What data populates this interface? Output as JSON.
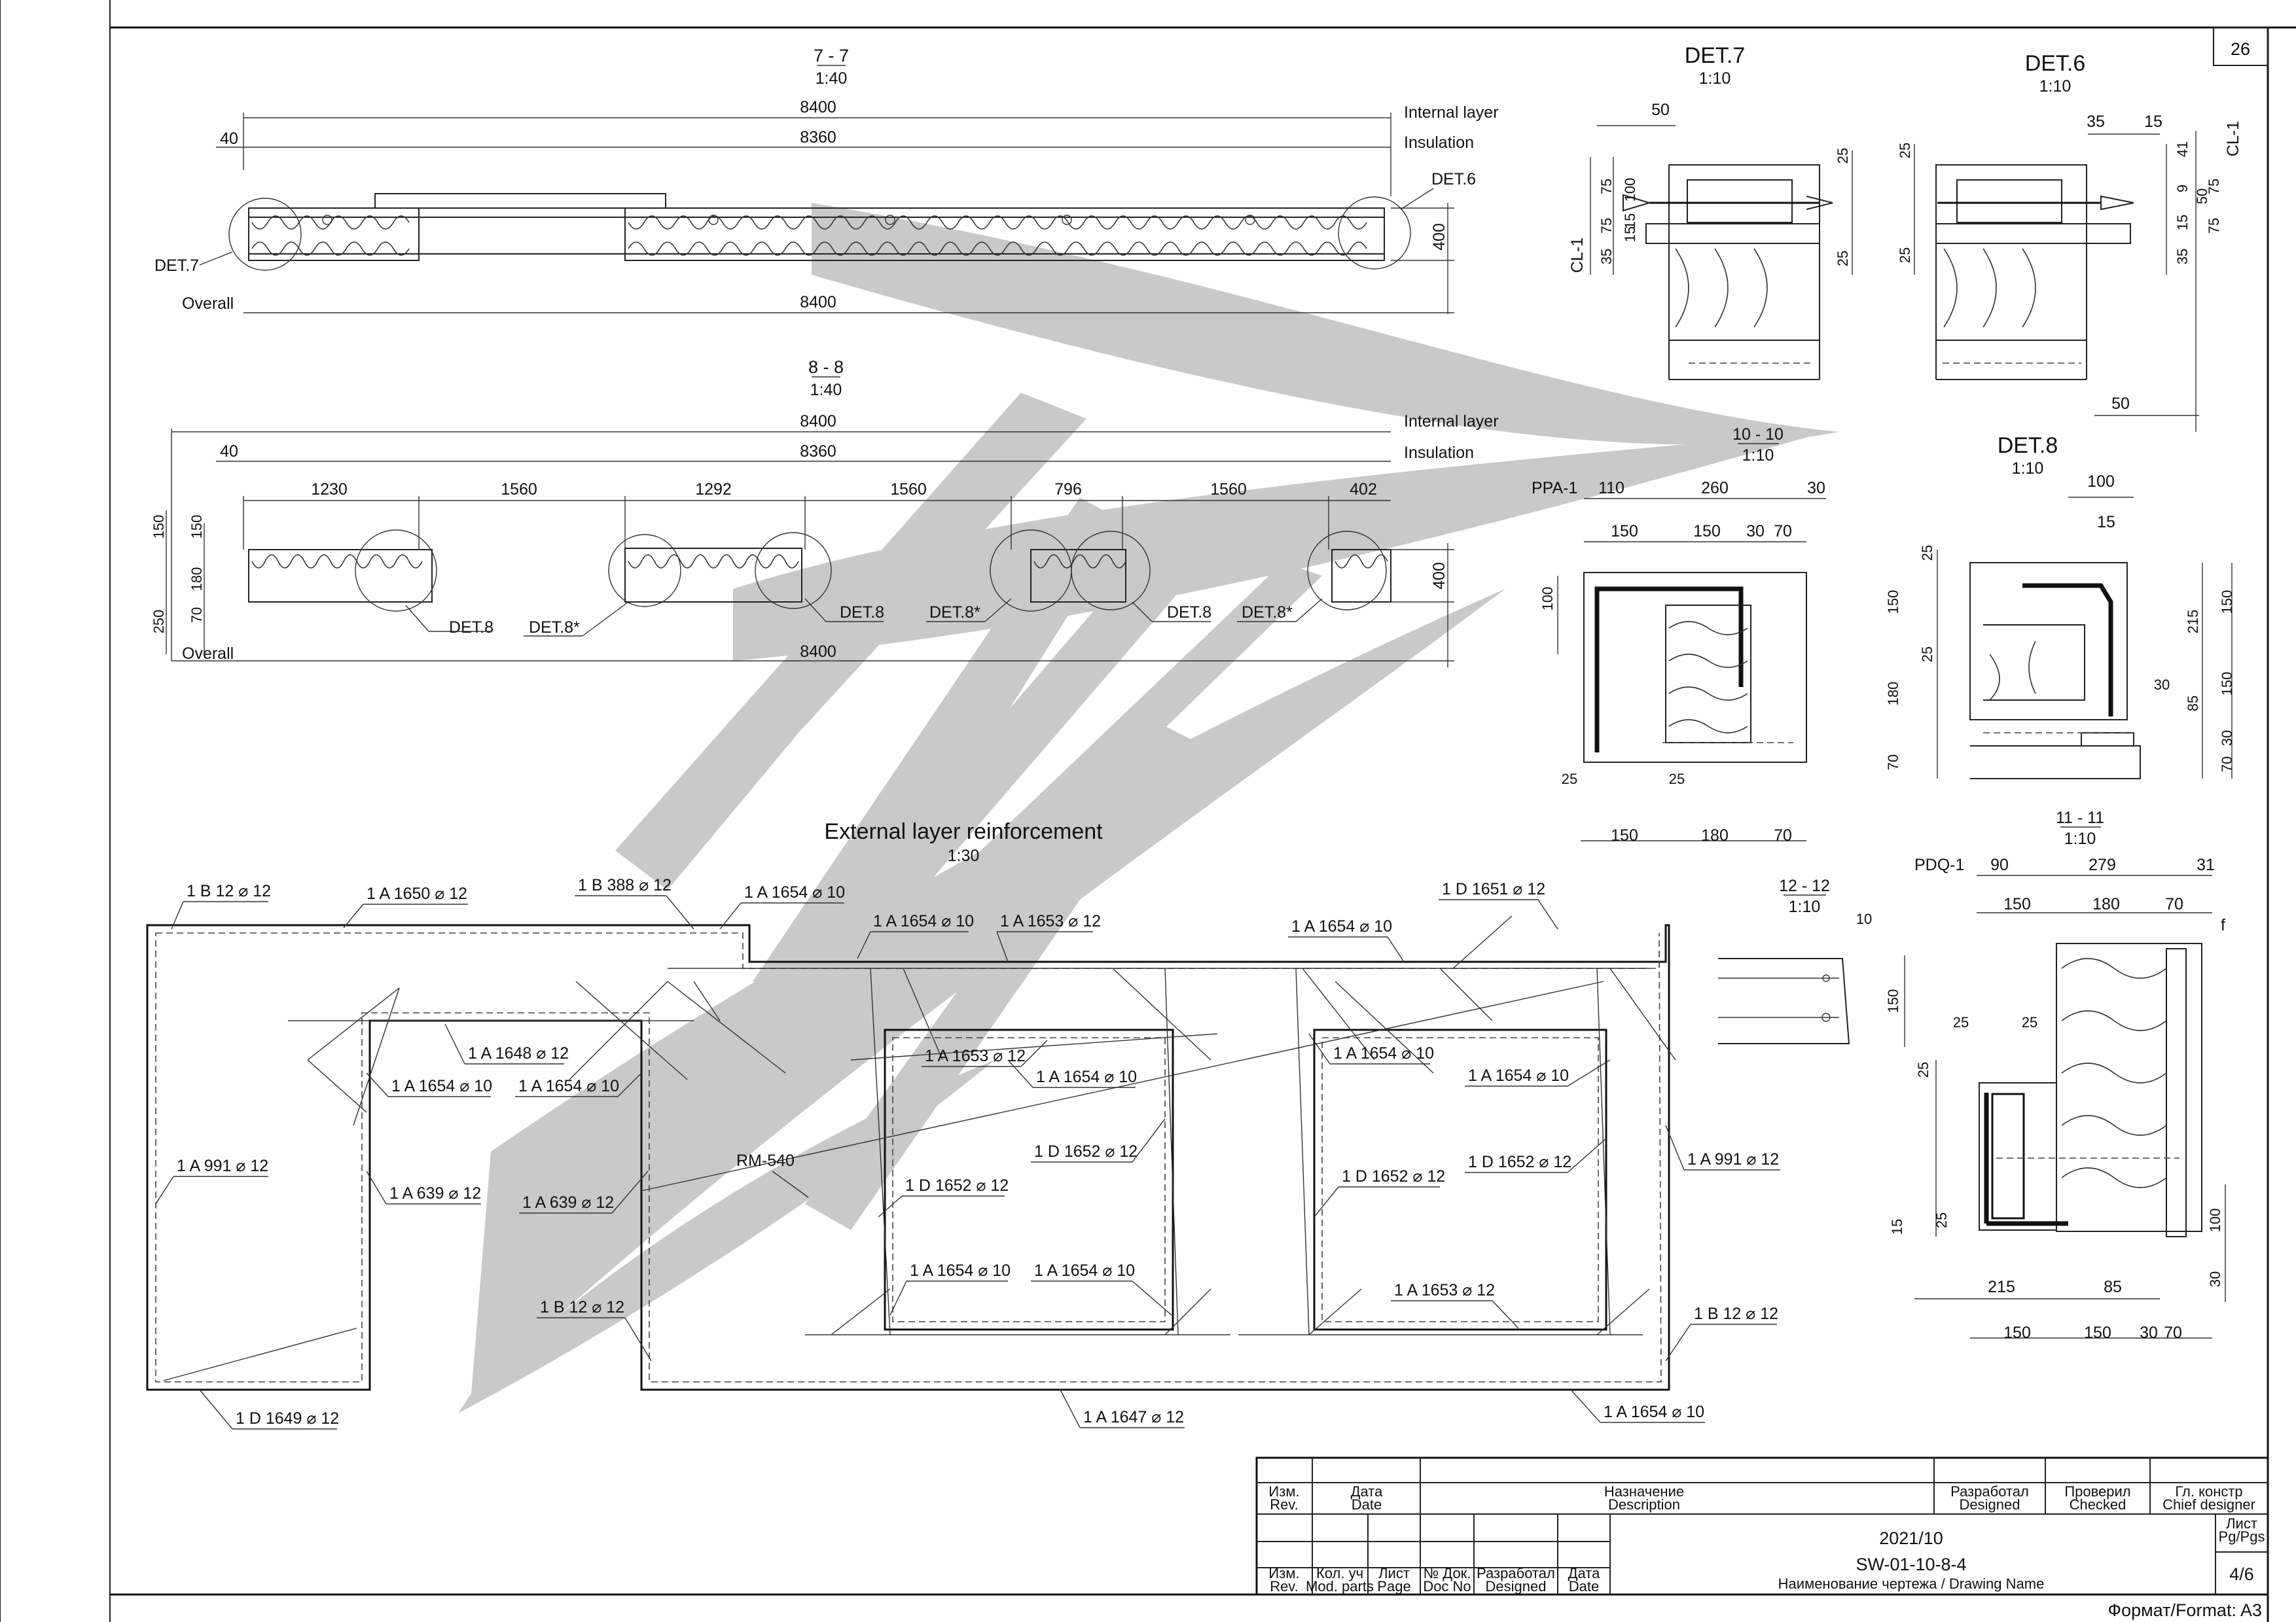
{
  "sheet": {
    "page_no": "26",
    "format": "Формат/Format: A3"
  },
  "section_77": {
    "title": "7 - 7",
    "scale": "1:40",
    "dim_internal": "8400",
    "label_internal": "Internal layer",
    "dim_offset": "40",
    "dim_insulation": "8360",
    "label_insulation": "Insulation",
    "label_overall": "Overall",
    "dim_overall": "8400",
    "dim_height": "400",
    "callout_det7": "DET.7",
    "callout_det6": "DET.6"
  },
  "section_88": {
    "title": "8 - 8",
    "scale": "1:40",
    "dim_internal": "8400",
    "label_internal": "Internal layer",
    "dim_offset": "40",
    "dim_insulation": "8360",
    "label_insulation": "Insulation",
    "spans": [
      "1230",
      "1560",
      "1292",
      "1560",
      "796",
      "1560",
      "402"
    ],
    "vert_dims": [
      "150",
      "150",
      "180",
      "70",
      "250"
    ],
    "dim_height": "400",
    "label_overall": "Overall",
    "dim_overall": "8400",
    "callouts": [
      "DET.8",
      "DET.8*",
      "DET.8",
      "DET.8*",
      "DET.8",
      "DET.8*"
    ]
  },
  "det7": {
    "title": "DET.7",
    "scale": "1:10",
    "dims": [
      "50",
      "75",
      "100",
      "75",
      "15",
      "15",
      "35",
      "25",
      "25"
    ],
    "label_cl": "CL-1"
  },
  "det6": {
    "title": "DET.6",
    "scale": "1:10",
    "dims": [
      "35",
      "15",
      "25",
      "41",
      "9",
      "50",
      "75",
      "15",
      "75",
      "25",
      "35",
      "50"
    ],
    "label_cl": "CL-1"
  },
  "sec_1010": {
    "title": "10 - 10",
    "scale": "1:10",
    "label_ppa": "PPA-1",
    "top_dims": [
      "110",
      "260",
      "30"
    ],
    "sub_dims": [
      "150",
      "150",
      "30",
      "70"
    ],
    "side_dim": "100",
    "small_dims": [
      "25",
      "25"
    ],
    "bottom_dims": [
      "150",
      "180",
      "70"
    ]
  },
  "det8": {
    "title": "DET.8",
    "scale": "1:10",
    "dims_top": [
      "100",
      "15"
    ],
    "dims_left": [
      "25",
      "150",
      "25",
      "180",
      "70"
    ],
    "dims_right": [
      "215",
      "150",
      "150",
      "85",
      "30",
      "30",
      "70"
    ]
  },
  "sec_1111": {
    "title": "11 - 11",
    "scale": "1:10",
    "label_pdq": "PDQ-1",
    "top_dims": [
      "90",
      "279",
      "31"
    ],
    "sub_dims": [
      "150",
      "180",
      "70"
    ],
    "label_f": "f",
    "small_dims": [
      "25",
      "25",
      "25",
      "15",
      "25"
    ],
    "right_dims": [
      "100",
      "30"
    ],
    "mid_dims": [
      "215",
      "85"
    ],
    "bottom_dims": [
      "150",
      "150",
      "30",
      "70"
    ]
  },
  "sec_1212": {
    "title": "12 - 12",
    "scale": "1:10",
    "dim_top": "10",
    "dim_side": "150"
  },
  "reinforcement": {
    "title": "External layer reinforcement",
    "scale": "1:30",
    "labels": [
      "1 B 12 ⌀ 12",
      "1 A 1650 ⌀ 12",
      "1 B 388 ⌀ 12",
      "1 A 1654 ⌀ 10",
      "1 A 1654 ⌀ 10",
      "1 A 1653 ⌀ 12",
      "1 A 1654 ⌀ 10",
      "1 D 1651 ⌀ 12",
      "1 A 1648 ⌀ 12",
      "1 A 1653 ⌀ 12",
      "1 A 1654 ⌀ 10",
      "1 A 1654 ⌀ 10",
      "1 A 1654 ⌀ 10",
      "1 A 1654 ⌀ 10",
      "1 A 1654 ⌀ 10",
      "1 A 991 ⌀ 12",
      "RM-540",
      "1 D 1652 ⌀ 12",
      "1 D 1652 ⌀ 12",
      "1 D 1652 ⌀ 12",
      "1 D 1652 ⌀ 12",
      "1 A 991 ⌀ 12",
      "1 A 639 ⌀ 12",
      "1 A 639 ⌀ 12",
      "1 A 1654 ⌀ 10",
      "1 A 1654 ⌀ 10",
      "1 A 1653 ⌀ 12",
      "1 B 12 ⌀ 12",
      "1 B 12 ⌀ 12",
      "1 D 1649 ⌀ 12",
      "1 A 1647 ⌀ 12",
      "1 A 1654 ⌀ 10"
    ]
  },
  "title_block": {
    "rev_label": "Изм.\nRev.",
    "date_label": "Дата\nDate",
    "description_label": "Назначение\nDescription",
    "designed_label": "Разработал\nDesigned",
    "checked_label": "Проверил\nChecked",
    "chief_label": "Гл. констр\nChief designer",
    "pgs_label": "Лист\nPg/Pgs",
    "row2": [
      "Изм.\nRev.",
      "Кол. уч\nMod. parts",
      "Лист\nPage",
      "№ Док.\nDoc No",
      "Разработал\nDesigned",
      "Дата\nDate"
    ],
    "date": "2021/10",
    "drawing_no": "SW-01-10-8-4",
    "drawing_name_label": "Наименование чертежа / Drawing Name",
    "page_of": "4/6"
  }
}
